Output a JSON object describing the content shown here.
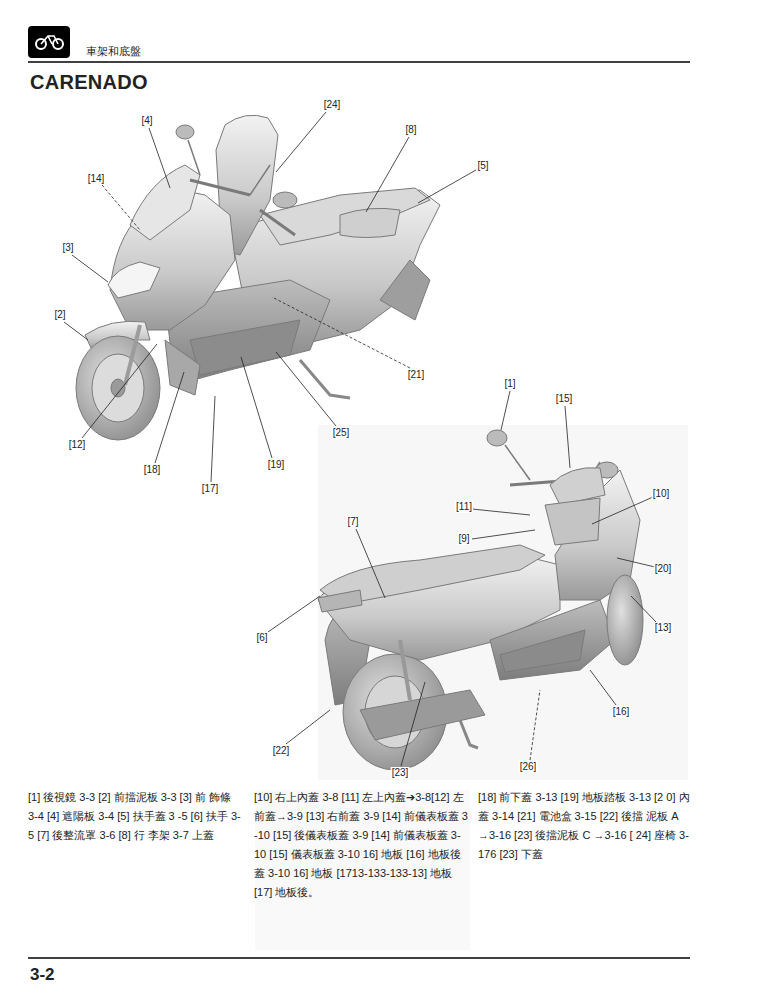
{
  "diagram": {
    "title": "CARENADO",
    "labels": [
      "車架和底盤",
      "[24]",
      "[4]",
      "[8]",
      "[5]",
      "[14]",
      "[3]",
      "[2]",
      "[21]",
      "[12]",
      "[25]",
      "[18]",
      "[19]",
      "[17]",
      "[1]",
      "[15]",
      "[11]",
      "[10]",
      "[9]",
      "[7]",
      "[20]",
      "[13]",
      "[6]",
      "[16]",
      "[22]",
      "[23]",
      "[26]",
      "[1] 後視鏡 3-3 [2] 前擋泥板 3-3 [3] 前 飾條 3-4 [4] 遮陽板 3-4 [5] 扶手蓋 3 -5 [6] 扶手 3-5 [7] 後整流罩 3-6 [8] 行 李架 3-7 上蓋",
      "[10] 右上內蓋 3-8 [11] 左上內蓋➔3-8[12] 左 前蓋→3-9 [13] 右前蓋 3-9 [14] 前儀表板蓋 3 -10 [15] 後儀表板蓋 3-9 [14] 前儀表板蓋 3- 10 [15] 儀表板蓋 3-10 16] 地板 [16] 地板後 蓋 3-10 16] 地板 [1713-133-133-13] 地板 [17] 地板後。",
      "[18] 前下蓋 3-13 [19] 地板踏板 3-13 [2 0] 內蓋 3-14 [21] 電池盒 3-15 [22] 後擋 泥板 A →3-16 [23] 後擋泥板 C →3-16 [ 24] 座椅 3-176 [23] 下蓋",
      "3-2"
    ]
  }
}
